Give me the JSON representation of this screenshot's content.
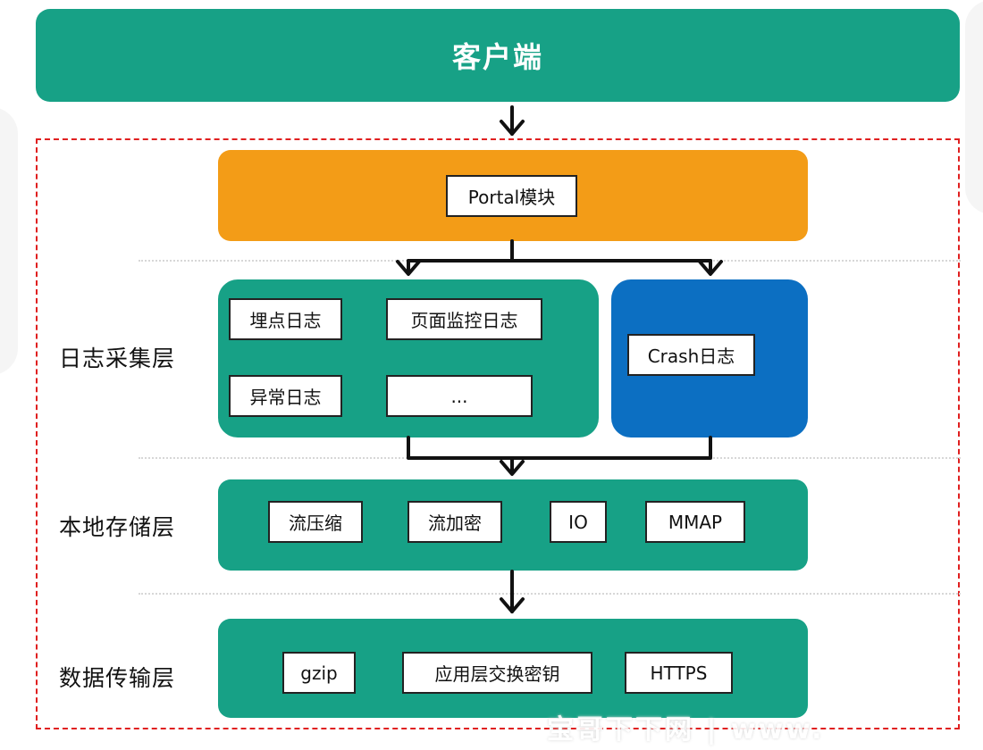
{
  "client": {
    "title": "客户端"
  },
  "portal": {
    "module": "Portal模块"
  },
  "collect_layer": {
    "label": "日志采集层",
    "items": [
      "埋点日志",
      "页面监控日志",
      "异常日志",
      "..."
    ],
    "crash": "Crash日志"
  },
  "storage_layer": {
    "label": "本地存储层",
    "items": [
      "流压缩",
      "流加密",
      "IO",
      "MMAP"
    ]
  },
  "transfer_layer": {
    "label": "数据传输层",
    "items": [
      "gzip",
      "应用层交换密钥",
      "HTTPS"
    ]
  },
  "watermark": "宝哥下下网 | www.",
  "colors": {
    "green": "#17a186",
    "orange": "#f39c17",
    "blue": "#0c6fc2",
    "dashed_border": "#e02020"
  }
}
